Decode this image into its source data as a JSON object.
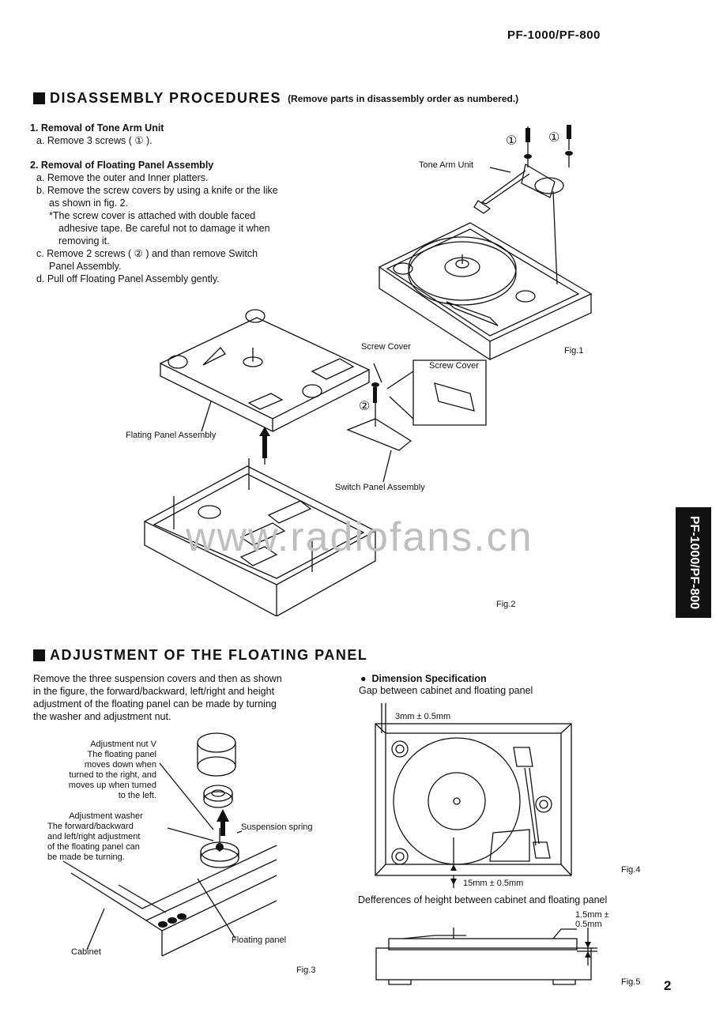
{
  "header": {
    "model": "PF-1000/PF-800",
    "page_number": "2"
  },
  "side_tab": {
    "text": "PF-1000/PF-800"
  },
  "watermark": "www.radiofans.cn",
  "disassembly": {
    "title": "DISASSEMBLY PROCEDURES",
    "subtitle": "(Remove parts in disassembly order as numbered.)",
    "step1": {
      "heading": "1. Removal of Tone Arm Unit",
      "a": "a. Remove 3 screws ( ① )."
    },
    "step2": {
      "heading": "2. Removal of Floating Panel Assembly",
      "a": "a. Remove the outer and Inner platters.",
      "b1": "b. Remove the screw covers by using a knife or the like",
      "b2": "as shown in fig. 2.",
      "note1": "*The screw cover is attached with double faced",
      "note2": "adhesive tape. Be careful not to damage it when",
      "note3": "removing it.",
      "c1": "c. Remove 2 screws ( ② ) and than remove Switch",
      "c2": "Panel Assembly.",
      "d": "d. Pull off Floating Panel Assembly gently."
    },
    "fig1": {
      "label_tone_arm": "Tone Arm Unit",
      "screw_mark": "①",
      "caption": "Fig.1"
    },
    "fig2": {
      "label_screw_cover": "Screw Cover",
      "label_screw_cover_detail": "Screw Cover",
      "label_flating_panel": "Flating Panel Assembly",
      "label_switch_panel": "Switch Panel Assembly",
      "screw_mark": "②",
      "caption": "Fig.2"
    }
  },
  "adjustment": {
    "title": "ADJUSTMENT OF THE FLOATING PANEL",
    "text1": "Remove the three suspension covers and then as shown",
    "text2": "in the figure, the forward/backward, left/right and height",
    "text3": "adjustment of the floating panel can be made by turning",
    "text4": "the washer and adjustment nut.",
    "fig3": {
      "nut1": "Adjustment nut V",
      "nut2": "The floating panel",
      "nut3": "moves down when",
      "nut4": "turned to the right, and",
      "nut5": "moves up when turned",
      "nut6": "to the left.",
      "washer1": "Adjustment washer",
      "washer2": "The forward/backward",
      "washer3": "and left/right adjustment",
      "washer4": "of the floating panel can",
      "washer5": "be made be turning.",
      "spring": "Suspension spring",
      "floating_panel": "Floating panel",
      "cabinet": "Cabinet",
      "caption": "Fig.3"
    },
    "dimension": {
      "heading": "Dimension Specification",
      "gap_text": "Gap between cabinet and floating panel",
      "gap_value": "3mm ± 0.5mm",
      "bottom_value": "15mm ± 0.5mm",
      "fig4_caption": "Fig.4",
      "height_text": "Defferences of height between cabinet and floating panel",
      "height_value1": "1.5mm ±",
      "height_value2": "0.5mm",
      "fig5_caption": "Fig.5"
    }
  }
}
